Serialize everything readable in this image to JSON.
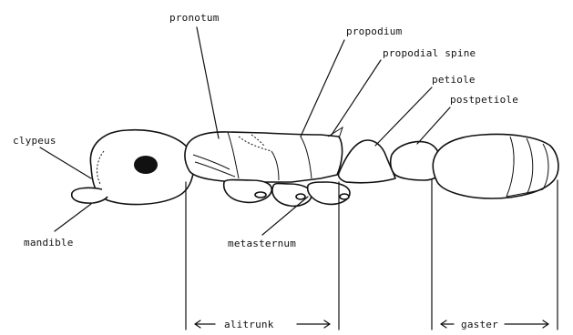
{
  "labels": {
    "pronotum": "pronotum",
    "propodium": "propodium",
    "propodial_spine": "propodial spine",
    "petiole": "petiole",
    "postpetiole": "postpetiole",
    "clypeus": "clypeus",
    "mandible": "mandible",
    "metasternum": "metasternum",
    "alitrunk": "alitrunk",
    "gaster": "gaster"
  }
}
